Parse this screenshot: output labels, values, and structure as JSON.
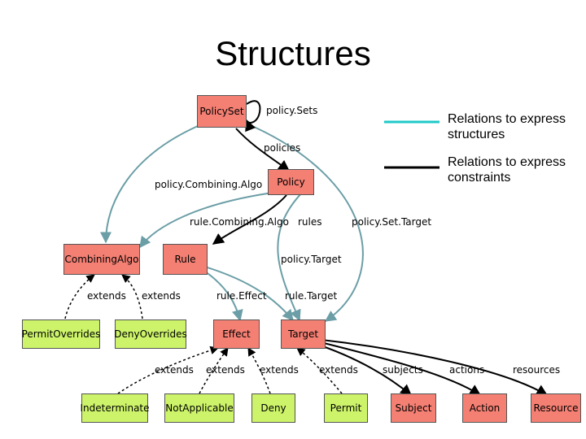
{
  "title": "Structures",
  "colors": {
    "structure_edge": "#6b9ea6",
    "constraint_edge": "#000000",
    "node_red": "#f47f73",
    "node_green": "#ccf36a",
    "legend_structure": "#1ec9c9"
  },
  "legend": {
    "structures": "Relations to express structures",
    "constraints": "Relations to express constraints"
  },
  "nodes": {
    "policy_set": "PolicySet",
    "policy": "Policy",
    "combining_algo": "CombiningAlgo",
    "rule": "Rule",
    "permit_overrides": "PermitOverrides",
    "deny_overrides": "DenyOverrides",
    "effect": "Effect",
    "target": "Target",
    "indeterminate": "Indeterminate",
    "not_applicable": "NotApplicable",
    "deny": "Deny",
    "permit": "Permit",
    "subject": "Subject",
    "action": "Action",
    "resource": "Resource"
  },
  "edges": {
    "policy_sets": "policy.Sets",
    "policies": "policies",
    "policy_combining_algo": "policy.Combining.Algo",
    "rule_combining_algo": "rule.Combining.Algo",
    "rules": "rules",
    "policy_set_target": "policy.Set.Target",
    "policy_target": "policy.Target",
    "extends_permit_overrides": "extends",
    "extends_deny_overrides": "extends",
    "rule_effect": "rule.Effect",
    "rule_target": "rule.Target",
    "extends_indeterminate": "extends",
    "extends_not_applicable": "extends",
    "extends_deny": "extends",
    "extends_permit": "extends",
    "subjects": "subjects",
    "actions": "actions",
    "resources": "resources"
  }
}
